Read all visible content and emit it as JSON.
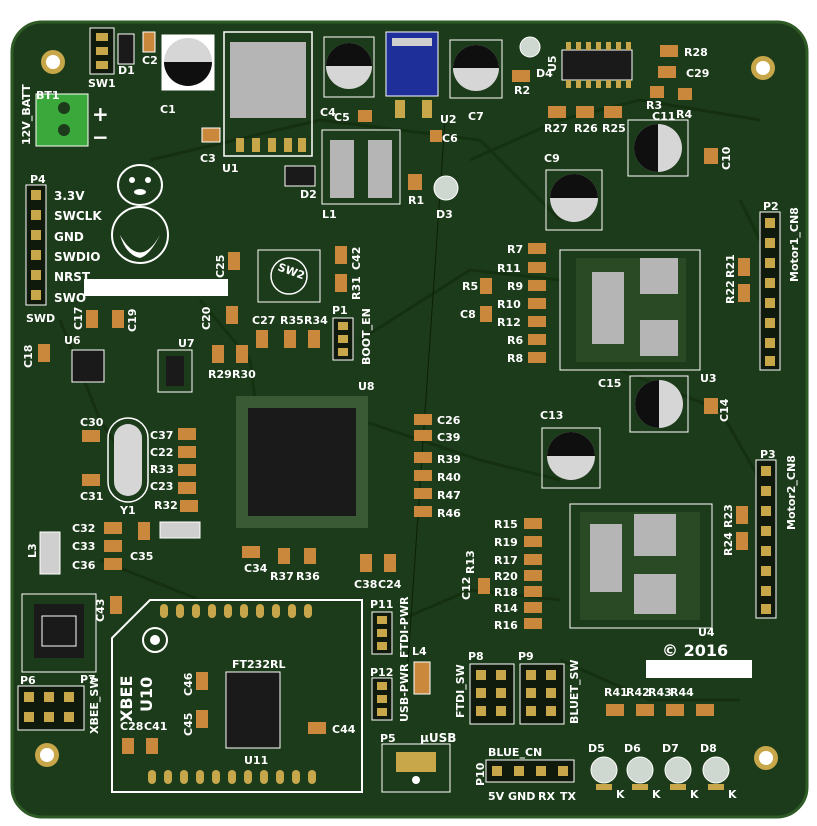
{
  "colors": {
    "board": "#1c3b1a",
    "board_edge": "#2e5a26",
    "trace": "#14300f",
    "silk": "#ffffff",
    "pad": "#c8a74a",
    "pad_smd": "#c9883c",
    "ic_body": "#1a1a1a",
    "cap_body": "#cfcfcf",
    "terminal": "#3aa83a",
    "regulator_blue": "#1f2f9a"
  },
  "labels": {
    "sw1": "SW1",
    "d1": "D1",
    "c2": "C2",
    "c1": "C1",
    "c3": "C3",
    "u1": "U1",
    "c4": "C4",
    "c5": "C5",
    "u2": "U2",
    "c6": "C6",
    "c7": "C7",
    "d2": "D2",
    "l1": "L1",
    "r1": "R1",
    "d3": "D3",
    "d4": "D4",
    "r2": "R2",
    "u5": "U5",
    "r28": "R28",
    "c29": "C29",
    "r3": "R3",
    "r4": "R4",
    "r27": "R27",
    "r26": "R26",
    "r25": "R25",
    "c11": "C11",
    "c10": "C10",
    "c9": "C9",
    "bt1": "BT1",
    "batt": "12V_BATT",
    "plus": "+",
    "minus": "−",
    "p4": "P4",
    "p4_pins": [
      "3.3V",
      "SWCLK",
      "GND",
      "SWDIO",
      "NRST",
      "SWO"
    ],
    "swd": "SWD",
    "c25": "C25",
    "sw2": "SW2",
    "c42": "C42",
    "r31": "R31",
    "p1": "P1",
    "boot_en": "BOOT_EN",
    "r7": "R7",
    "r11": "R11",
    "r9": "R9",
    "r5": "R5",
    "r10": "R10",
    "c8": "C8",
    "r12": "R12",
    "r6": "R6",
    "r8": "R8",
    "c15": "C15",
    "u3": "U3",
    "p2": "P2",
    "r21": "R21",
    "r22": "R22",
    "motor1": "Motor1_CN8",
    "c17": "C17",
    "c19": "C19",
    "c20": "C20",
    "c27": "C27",
    "r35": "R35",
    "r34": "R34",
    "c18": "C18",
    "u6": "U6",
    "u7": "U7",
    "r29": "R29",
    "r30": "R30",
    "u8": "U8",
    "c14": "C14",
    "c13": "C13",
    "c26": "C26",
    "c39": "C39",
    "r39": "R39",
    "r40": "R40",
    "r47": "R47",
    "r46": "R46",
    "c30": "C30",
    "c37": "C37",
    "c22": "C22",
    "r33": "R33",
    "c23": "C23",
    "c31": "C31",
    "r32": "R32",
    "y1": "Y1",
    "p3": "P3",
    "r23": "R23",
    "r24": "R24",
    "motor2": "Motor2_CN8",
    "r15": "R15",
    "r19": "R19",
    "r17": "R17",
    "r13": "R13",
    "r20": "R20",
    "c12": "C12",
    "r18": "R18",
    "r14": "R14",
    "r16": "R16",
    "u4": "U4",
    "c32": "C32",
    "c33": "C33",
    "c36": "C36",
    "c35": "C35",
    "l3": "L3",
    "c34": "C34",
    "r37": "R37",
    "r36": "R36",
    "c38": "C38",
    "c24": "C24",
    "c43": "C43",
    "p7": "P7",
    "p11": "P11",
    "ftdi_pwr": "FTDI-PWR",
    "l4": "L4",
    "copyright": "© 2016",
    "p6": "P6",
    "xbee_sw": "XBEE_SW",
    "xbee": "XBEE",
    "u10": "U10",
    "c46": "C46",
    "ft232rl": "FT232RL",
    "c45": "C45",
    "c44": "C44",
    "u11": "U11",
    "c28": "C28",
    "c41": "C41",
    "p12": "P12",
    "usb_pwr": "USB-PWR",
    "p8": "P8",
    "ftdi_sw": "FTDI_SW",
    "p9": "P9",
    "bluet_sw": "BLUET_SW",
    "r41": "R41",
    "r42": "R42",
    "r43": "R43",
    "r44": "R44",
    "p5": "P5",
    "usb": "µUSB",
    "blue_cn": "BLUE_CN",
    "p10": "P10",
    "p10_pins": [
      "5V",
      "GND",
      "RX",
      "TX"
    ],
    "d5": "D5",
    "d6": "D6",
    "d7": "D7",
    "d8": "D8",
    "k": "K"
  }
}
